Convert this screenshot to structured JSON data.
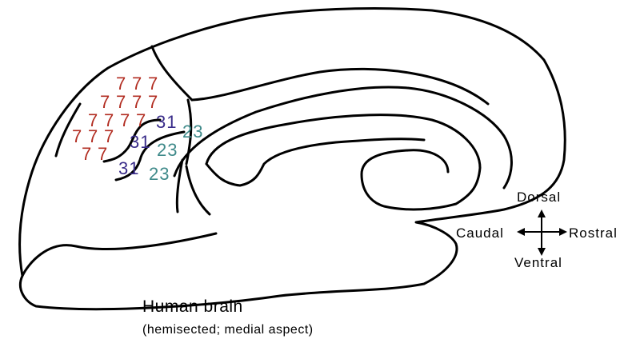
{
  "title": "Human brain",
  "subtitle": "(hemisected; medial aspect)",
  "compass": {
    "dorsal": "Dorsal",
    "ventral": "Ventral",
    "caudal": "Caudal",
    "rostral": "Rostral"
  },
  "areas": {
    "area7": {
      "label": "7",
      "color": "#b22d22"
    },
    "area31": {
      "label": "31",
      "color": "#3a2d8a"
    },
    "area23": {
      "label": "23",
      "color": "#3f8a8a"
    }
  }
}
